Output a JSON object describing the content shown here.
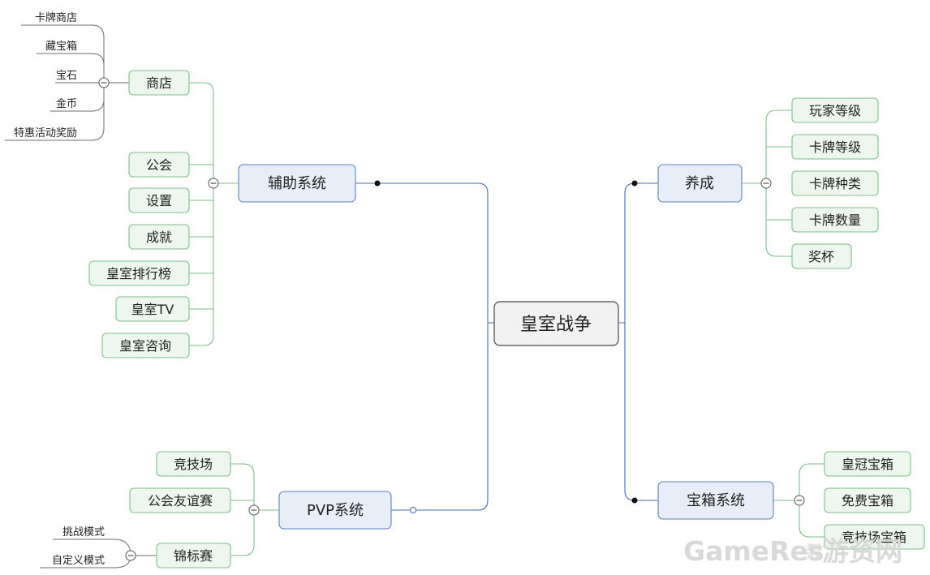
{
  "root": {
    "label": "皇室战争"
  },
  "branches": {
    "fuzhu": {
      "label": "辅助系统",
      "children": {
        "shangdian": {
          "label": "商店",
          "leaves": [
            "卡牌商店",
            "藏宝箱",
            "宝石",
            "金币",
            "特惠活动奖励"
          ]
        },
        "gonghui": {
          "label": "公会"
        },
        "shezhi": {
          "label": "设置"
        },
        "chengjiu": {
          "label": "成就"
        },
        "paihang": {
          "label": "皇室排行榜"
        },
        "tv": {
          "label": "皇室TV"
        },
        "zixun": {
          "label": "皇室咨询"
        }
      }
    },
    "pvp": {
      "label": "PVP系统",
      "children": {
        "jingji": {
          "label": "竞技场"
        },
        "youyi": {
          "label": "公会友谊赛"
        },
        "jinbiao": {
          "label": "锦标赛",
          "leaves": [
            "挑战模式",
            "自定义模式"
          ]
        }
      }
    },
    "yangcheng": {
      "label": "养成",
      "children": [
        "玩家等级",
        "卡牌等级",
        "卡牌种类",
        "卡牌数量",
        "奖杯"
      ]
    },
    "baoxiang": {
      "label": "宝箱系统",
      "children": [
        "皇冠宝箱",
        "免费宝箱",
        "竞技场宝箱"
      ]
    }
  },
  "watermark": {
    "text": "GameRes",
    "small_top": "游戏",
    "small_bottom": "开发",
    "suffix": "游资网"
  }
}
